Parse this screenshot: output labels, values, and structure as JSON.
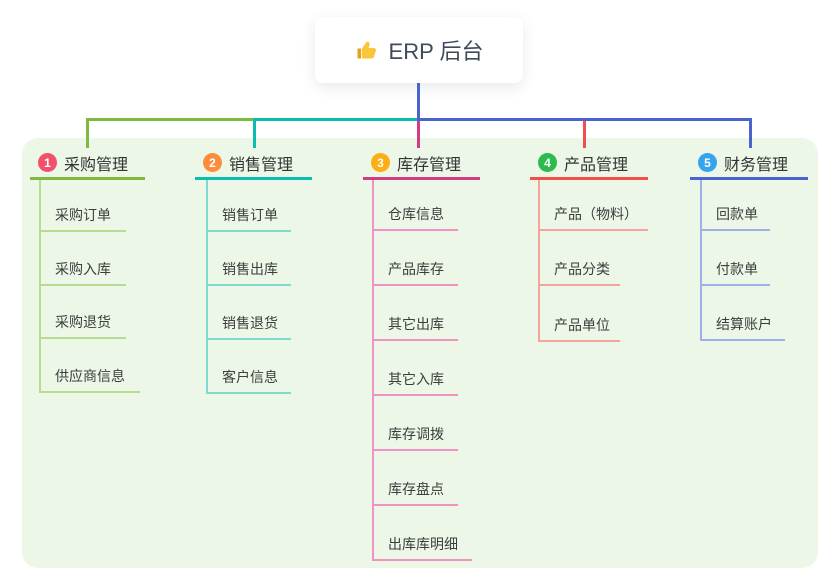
{
  "root": {
    "icon": "thumbs-up",
    "label": "ERP 后台"
  },
  "colors": {
    "panel_bg": "#ecf7e7",
    "root_connector": "#4a63cd",
    "text": "#333333",
    "branch_line_colors": [
      "#7eba40",
      "#0bbdb0",
      "#d23c83",
      "#f0504c",
      "#4a63cd"
    ],
    "branch_child_line_colors": [
      "#b7db92",
      "#7fd9d1",
      "#ef93c3",
      "#f6a29d",
      "#9fb1e9"
    ],
    "badge_colors": [
      "#f3506a",
      "#fb8d3d",
      "#fcae13",
      "#2dbb50",
      "#35a4ee"
    ]
  },
  "branches": [
    {
      "index": "1",
      "label": "采购管理",
      "children": [
        "采购订单",
        "采购入库",
        "采购退货",
        "供应商信息"
      ]
    },
    {
      "index": "2",
      "label": "销售管理",
      "children": [
        "销售订单",
        "销售出库",
        "销售退货",
        "客户信息"
      ]
    },
    {
      "index": "3",
      "label": "库存管理",
      "children": [
        "仓库信息",
        "产品库存",
        "其它出库",
        "其它入库",
        "库存调拨",
        "库存盘点",
        "出库库明细"
      ]
    },
    {
      "index": "4",
      "label": "产品管理",
      "children": [
        "产品（物料）",
        "产品分类",
        "产品单位"
      ]
    },
    {
      "index": "5",
      "label": "财务管理",
      "children": [
        "回款单",
        "付款单",
        "结算账户"
      ]
    }
  ]
}
